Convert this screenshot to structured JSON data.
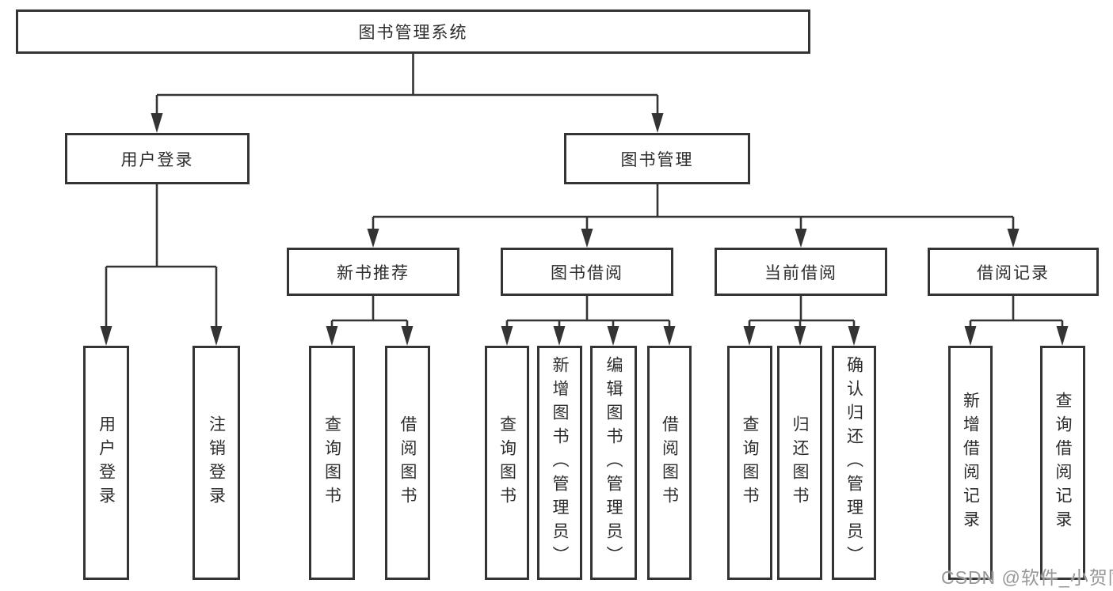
{
  "tree": {
    "root": {
      "label": "图书管理系统"
    },
    "branches": [
      {
        "label": "用户登录",
        "children": [
          {
            "label": "用户登录"
          },
          {
            "label": "注销登录"
          }
        ]
      },
      {
        "label": "图书管理",
        "children": [
          {
            "label": "新书推荐",
            "children": [
              {
                "label": "查询图书"
              },
              {
                "label": "借阅图书"
              }
            ]
          },
          {
            "label": "图书借阅",
            "children": [
              {
                "label": "查询图书"
              },
              {
                "label": "新增图书（管理员）"
              },
              {
                "label": "编辑图书（管理员）"
              },
              {
                "label": "借阅图书"
              }
            ]
          },
          {
            "label": "当前借阅",
            "children": [
              {
                "label": "查询图书"
              },
              {
                "label": "归还图书"
              },
              {
                "label": "确认归还（管理员）"
              }
            ]
          },
          {
            "label": "借阅记录",
            "children": [
              {
                "label": "新增借阅记录"
              },
              {
                "label": "查询借阅记录"
              }
            ]
          }
        ]
      }
    ]
  },
  "watermark": "CSDN @软件_小贺同学",
  "colors": {
    "line": "#343434",
    "text": "#2d2d2d",
    "background": "#ffffff",
    "watermark": "#979797"
  }
}
